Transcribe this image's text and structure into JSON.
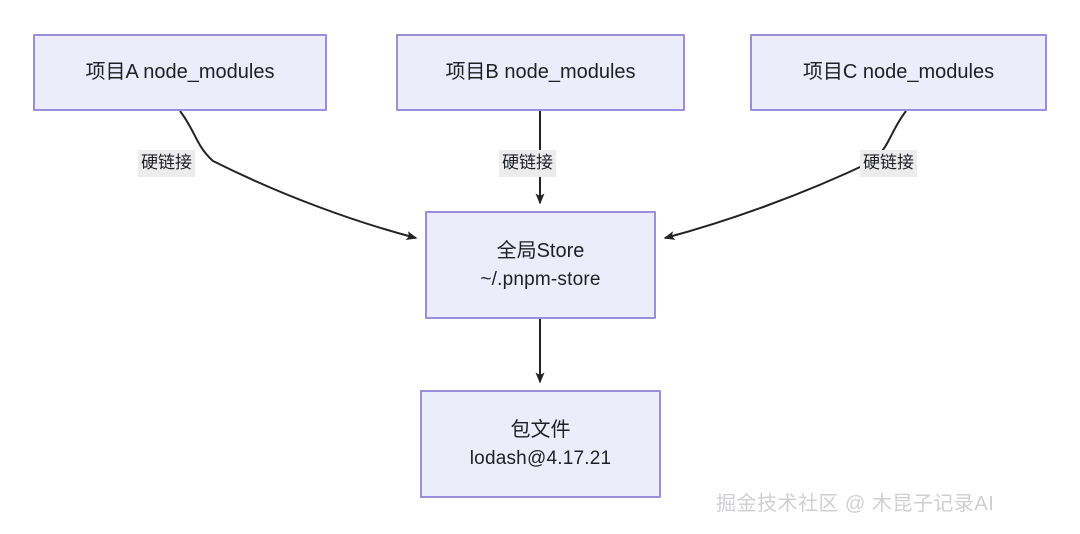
{
  "diagram": {
    "title_present": false,
    "colors": {
      "node_fill": "#ececfb",
      "node_border": "#9a8fd8",
      "edge_stroke": "#232323",
      "label_bg": "#ececec",
      "text": "#1f2023",
      "watermark": "#cfcfd2",
      "background": "#ffffff"
    },
    "nodes": [
      {
        "id": "a",
        "line1": "项目A node_modules",
        "line2": ""
      },
      {
        "id": "b",
        "line1": "项目B node_modules",
        "line2": ""
      },
      {
        "id": "c",
        "line1": "项目C node_modules",
        "line2": ""
      },
      {
        "id": "store",
        "line1": "全局Store",
        "line2": "~/.pnpm-store"
      },
      {
        "id": "pkg",
        "line1": "包文件",
        "line2": "lodash@4.17.21"
      }
    ],
    "edges": [
      {
        "from": "a",
        "to": "store",
        "label": "硬链接",
        "style": "curved-arrow"
      },
      {
        "from": "b",
        "to": "store",
        "label": "硬链接",
        "style": "straight-arrow"
      },
      {
        "from": "c",
        "to": "store",
        "label": "硬链接",
        "style": "curved-arrow"
      },
      {
        "from": "store",
        "to": "pkg",
        "label": "",
        "style": "straight-arrow"
      }
    ]
  },
  "watermark": {
    "text": "掘金技术社区 @ 木昆子记录AI"
  }
}
